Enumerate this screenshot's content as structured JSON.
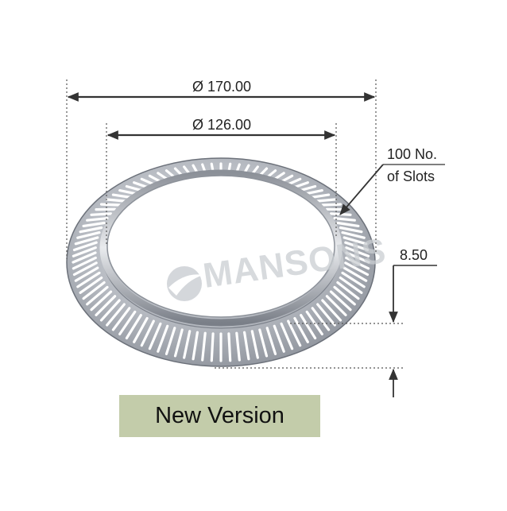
{
  "dimensions": {
    "outer_diameter": "Ø 170.00",
    "inner_diameter": "Ø 126.00",
    "thickness": "8.50"
  },
  "slots_callout": {
    "line1": "100 No.",
    "line2": "of Slots"
  },
  "ring": {
    "slot_count": 100
  },
  "watermark": {
    "text": "MANSONS"
  },
  "badge": {
    "label": "New Version"
  },
  "colors": {
    "ring_metal": "#a9adb4",
    "ring_dark": "#6c717a",
    "badge_bg": "#c3ccaa",
    "dimension_line": "#333333"
  }
}
